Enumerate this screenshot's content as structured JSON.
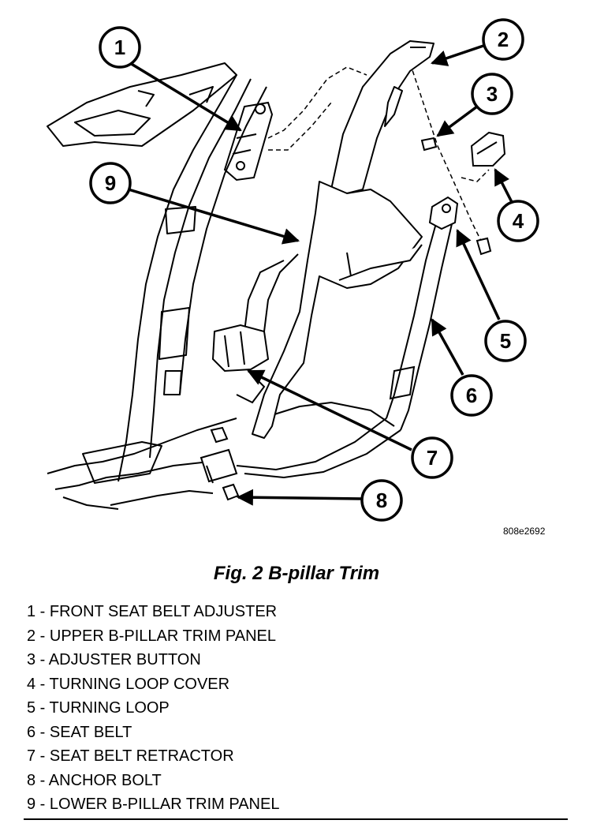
{
  "figure": {
    "ref_code": "808e2692",
    "title": "Fig. 2 B-pillar Trim"
  },
  "callouts": [
    {
      "number": "1",
      "label": "FRONT SEAT BELT ADJUSTER"
    },
    {
      "number": "2",
      "label": "UPPER B-PILLAR TRIM PANEL"
    },
    {
      "number": "3",
      "label": "ADJUSTER BUTTON"
    },
    {
      "number": "4",
      "label": "TURNING LOOP COVER"
    },
    {
      "number": "5",
      "label": "TURNING LOOP"
    },
    {
      "number": "6",
      "label": "SEAT BELT"
    },
    {
      "number": "7",
      "label": "SEAT BELT RETRACTOR"
    },
    {
      "number": "8",
      "label": "ANCHOR BOLT"
    },
    {
      "number": "9",
      "label": "LOWER B-PILLAR TRIM PANEL"
    }
  ],
  "legend": [
    "1 - FRONT SEAT BELT ADJUSTER",
    "2 - UPPER B-PILLAR TRIM PANEL",
    "3 - ADJUSTER BUTTON",
    "4 - TURNING LOOP COVER",
    "5 - TURNING LOOP",
    "6 - SEAT BELT",
    "7 - SEAT BELT RETRACTOR",
    "8 - ANCHOR BOLT",
    "9 - LOWER B-PILLAR TRIM PANEL"
  ]
}
